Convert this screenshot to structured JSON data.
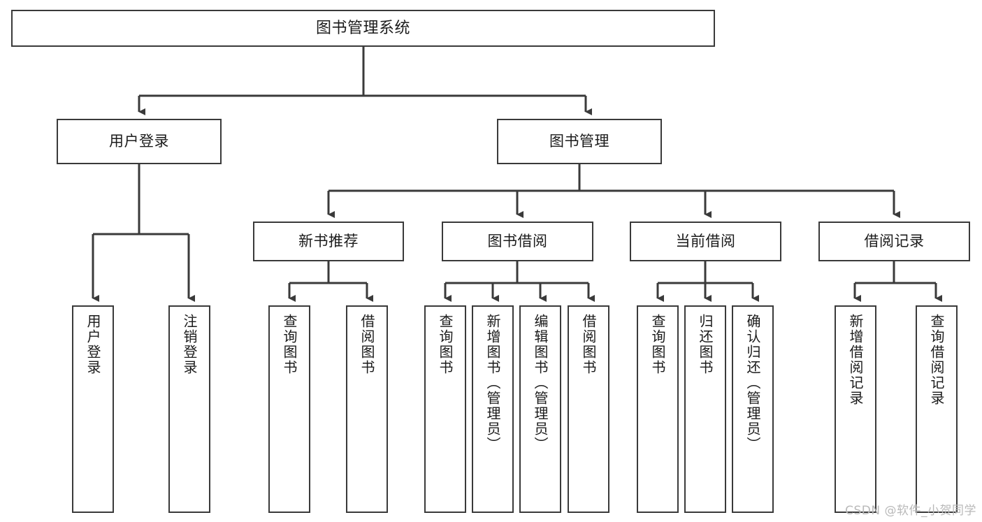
{
  "diagram": {
    "title": "图书管理系统",
    "watermark": "CSDN @软件_小贺同学",
    "colors": {
      "box_border": "#3a3a3a",
      "line": "#3a3a3a",
      "text": "#1b1b1b",
      "background": "#ffffff",
      "watermark": "#b9b9b9"
    },
    "root": {
      "label": "图书管理系统"
    },
    "level2": [
      {
        "label": "用户登录"
      },
      {
        "label": "图书管理"
      }
    ],
    "level3": [
      {
        "label": "新书推荐"
      },
      {
        "label": "图书借阅"
      },
      {
        "label": "当前借阅"
      },
      {
        "label": "借阅记录"
      }
    ],
    "leaves": {
      "user_login": [
        {
          "label": "用户登录"
        },
        {
          "label": "注销登录"
        }
      ],
      "new_book_recommend": [
        {
          "label": "查询图书"
        },
        {
          "label": "借阅图书"
        }
      ],
      "book_borrow": [
        {
          "label": "查询图书"
        },
        {
          "label": "新增图书（管理员）"
        },
        {
          "label": "编辑图书（管理员）"
        },
        {
          "label": "借阅图书"
        }
      ],
      "current_borrow": [
        {
          "label": "查询图书"
        },
        {
          "label": "归还图书"
        },
        {
          "label": "确认归还（管理员）"
        }
      ],
      "borrow_record": [
        {
          "label": "新增借阅记录"
        },
        {
          "label": "查询借阅记录"
        }
      ]
    }
  }
}
